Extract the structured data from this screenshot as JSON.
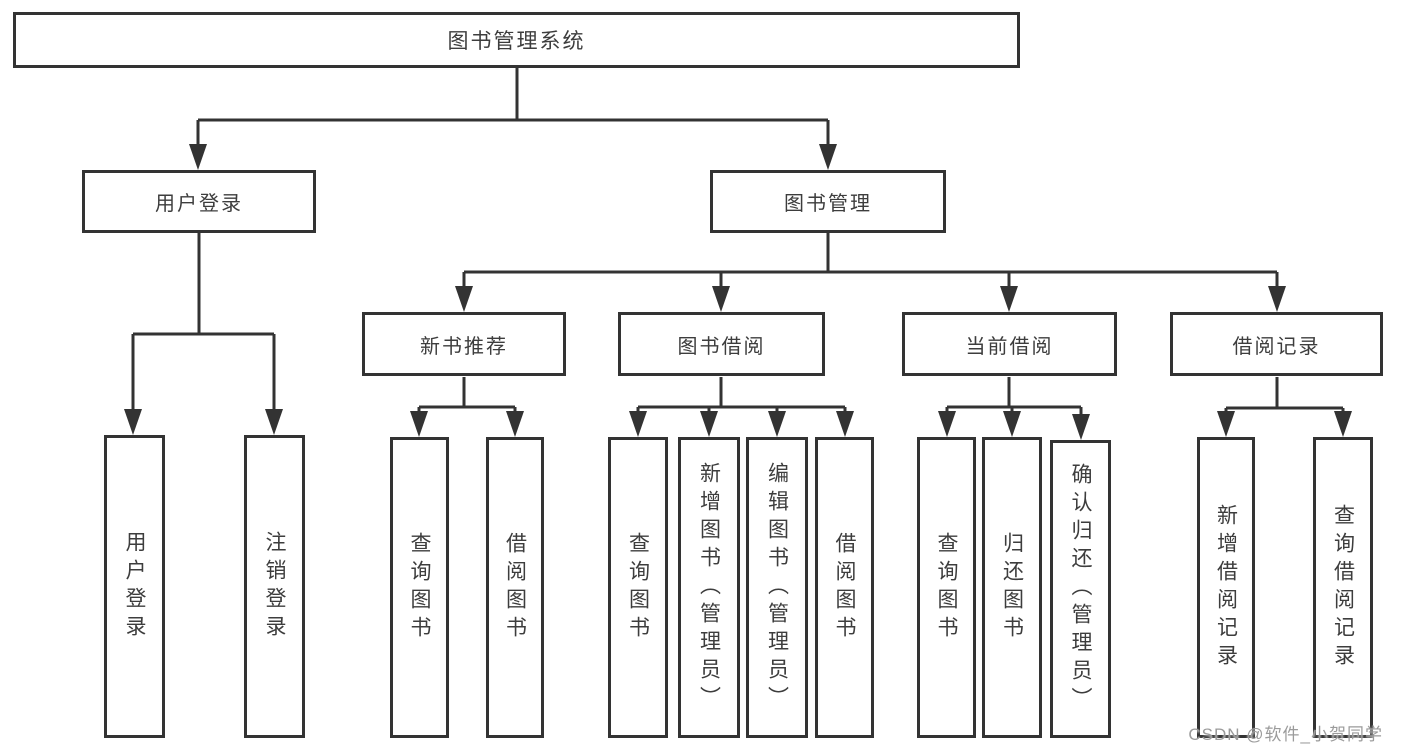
{
  "diagram": {
    "root": "图书管理系统",
    "level2": [
      "用户登录",
      "图书管理"
    ],
    "level3": [
      "新书推荐",
      "图书借阅",
      "当前借阅",
      "借阅记录"
    ],
    "leaves_user_login": [
      "用户登录",
      "注销登录"
    ],
    "leaves_new_book": [
      "查询图书",
      "借阅图书"
    ],
    "leaves_book_borrow": [
      "查询图书",
      "新增图书（管理员）",
      "编辑图书（管理员）",
      "借阅图书"
    ],
    "leaves_current_borrow": [
      "查询图书",
      "归还图书",
      "确认归还（管理员）"
    ],
    "leaves_borrow_records": [
      "新增借阅记录",
      "查询借阅记录"
    ]
  },
  "watermark": "CSDN @软件_小贺同学",
  "colors": {
    "line": "#333333",
    "text": "#3d3d3d",
    "watermark": "#9b9b9b",
    "background": "#ffffff"
  }
}
